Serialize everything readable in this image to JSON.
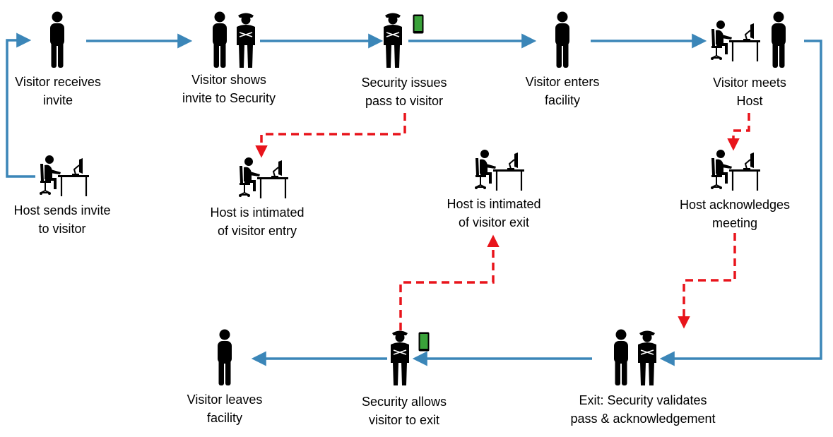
{
  "nodes": {
    "visitor_receives": "Visitor receives\ninvite",
    "visitor_shows": "Visitor shows\ninvite to Security",
    "security_issues": "Security issues\npass to visitor",
    "visitor_enters": "Visitor enters\nfacility",
    "visitor_meets": "Visitor meets\nHost",
    "host_sends": "Host sends invite\nto visitor",
    "host_intimated_entry": "Host is intimated\nof visitor entry",
    "host_intimated_exit": "Host is intimated\nof visitor exit",
    "host_acknowledges": "Host acknowledges\nmeeting",
    "exit_validates": "Exit: Security validates\npass & acknowledgement",
    "security_allows": "Security allows\nvisitor to exit",
    "visitor_leaves": "Visitor leaves\nfacility"
  },
  "icons": {
    "visitor": "person-icon",
    "security": "security-guard-icon",
    "host": "host-at-desk-icon",
    "phone": "mobile-phone-icon"
  },
  "colors": {
    "main_flow": "#3b86b8",
    "notification_flow": "#e8141b",
    "phone_screen": "#3aa23a"
  }
}
